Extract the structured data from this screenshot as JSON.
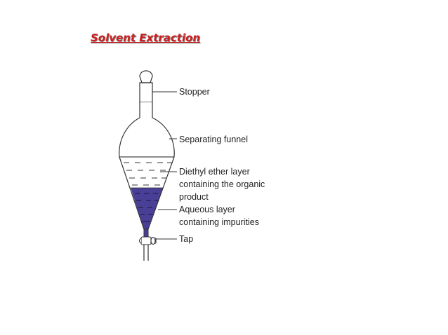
{
  "title": "Solvent Extraction",
  "labels": {
    "stopper": "Stopper",
    "funnel": "Separating funnel",
    "ether_line1": "Diethyl ether layer",
    "ether_line2": "containing the organic",
    "ether_line3": "product",
    "aqueous_line1": "Aqueous layer",
    "aqueous_line2": "containing impurities",
    "tap": "Tap"
  },
  "colors": {
    "title": "#cc1f1f",
    "aqueous": "#4a3f97",
    "outline": "#333333"
  }
}
